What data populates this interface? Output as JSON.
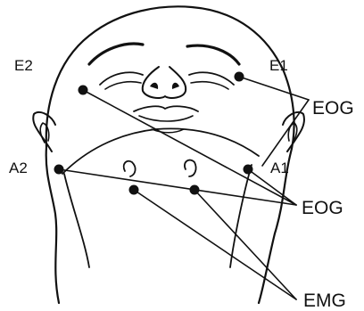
{
  "labels": {
    "e2": "E2",
    "e1": "E1",
    "a2": "A2",
    "a1": "A1",
    "eog_top": "EOG",
    "eog_mid": "EOG",
    "emg": "EMG"
  },
  "colors": {
    "ink": "#111111",
    "background": "#ffffff"
  }
}
